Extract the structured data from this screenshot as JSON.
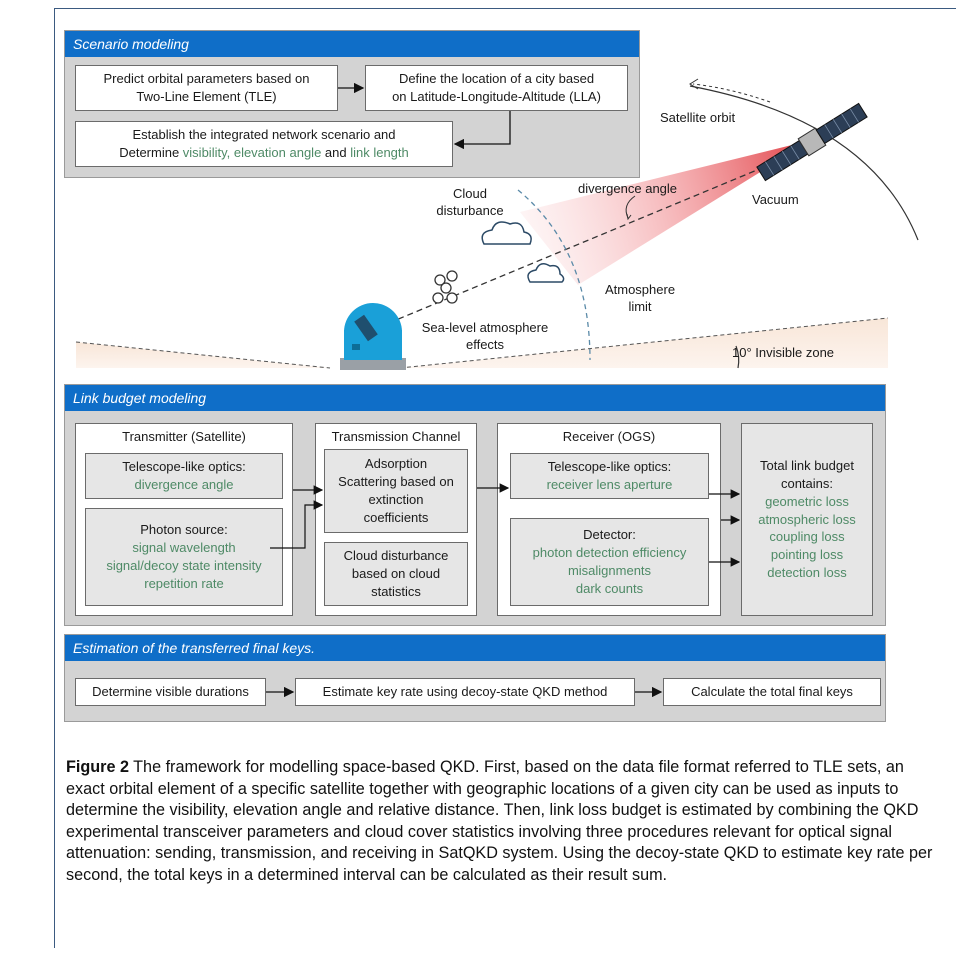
{
  "scenario": {
    "header": "Scenario modeling",
    "box_tle": [
      "Predict orbital parameters based on",
      "Two-Line Element (TLE)"
    ],
    "box_lla": [
      "Define the location of a city based",
      "on Latitude-Longitude-Altitude (LLA)"
    ],
    "box_network_line1": "Establish the integrated network scenario and",
    "box_network_prefix": "Determine ",
    "box_network_green1": "visibility, elevation angle",
    "box_network_mid": " and ",
    "box_network_green2": "link length"
  },
  "illustration": {
    "satellite_orbit": "Satellite orbit",
    "divergence_angle": "divergence angle",
    "vacuum": "Vacuum",
    "cloud_disturbance": [
      "Cloud",
      "disturbance"
    ],
    "atmosphere_limit": [
      "Atmosphere",
      "limit"
    ],
    "sea_level": [
      "Sea-level atmosphere",
      "effects"
    ],
    "invisible_zone": "10° Invisible zone"
  },
  "link_budget": {
    "header": "Link budget modeling",
    "transmitter_title": "Transmitter (Satellite)",
    "tx_optics_title": "Telescope-like optics:",
    "tx_optics_value": "divergence angle",
    "tx_photon_title": "Photon source:",
    "tx_photon_values": [
      "signal wavelength",
      "signal/decoy state intensity",
      "repetition rate"
    ],
    "channel_title": "Transmission Channel",
    "channel_box1": [
      "Adsorption",
      "Scattering based on",
      "extinction",
      "coefficients"
    ],
    "channel_box2": [
      "Cloud disturbance",
      "based on cloud",
      "statistics"
    ],
    "receiver_title": "Receiver (OGS)",
    "rx_optics_title": "Telescope-like optics:",
    "rx_optics_value": "receiver lens aperture",
    "rx_detector_title": "Detector:",
    "rx_detector_values": [
      "photon detection efficiency",
      "misalignments",
      "dark counts"
    ],
    "total_title": [
      "Total link budget",
      "contains:"
    ],
    "total_values": [
      "geometric loss",
      "atmospheric loss",
      "coupling loss",
      "pointing loss",
      "detection loss"
    ]
  },
  "estimation": {
    "header": "Estimation of the transferred final keys.",
    "step1": "Determine visible durations",
    "step2": "Estimate key rate using decoy-state QKD method",
    "step3": "Calculate the total  final keys"
  },
  "caption": {
    "label": "Figure 2",
    "text": " The framework for modelling space-based QKD. First, based on the data file format referred to TLE sets, an exact orbital element of a specific satellite together with geographic locations of a given city can be used as inputs to determine the visibility, elevation angle and relative distance. Then, link loss budget is estimated by combining the QKD experimental transceiver parameters and cloud cover statistics involving three procedures relevant for optical signal attenuation: sending, transmission, and receiving in SatQKD system. Using the decoy-state QKD to estimate key rate per second, the total keys in a determined interval can be calculated as their result sum."
  },
  "colors": {
    "header_blue": "#0f6ec8",
    "panel_gray": "#d3d3d3",
    "value_green": "#4e8a66",
    "beam_red": "#e0383e"
  }
}
